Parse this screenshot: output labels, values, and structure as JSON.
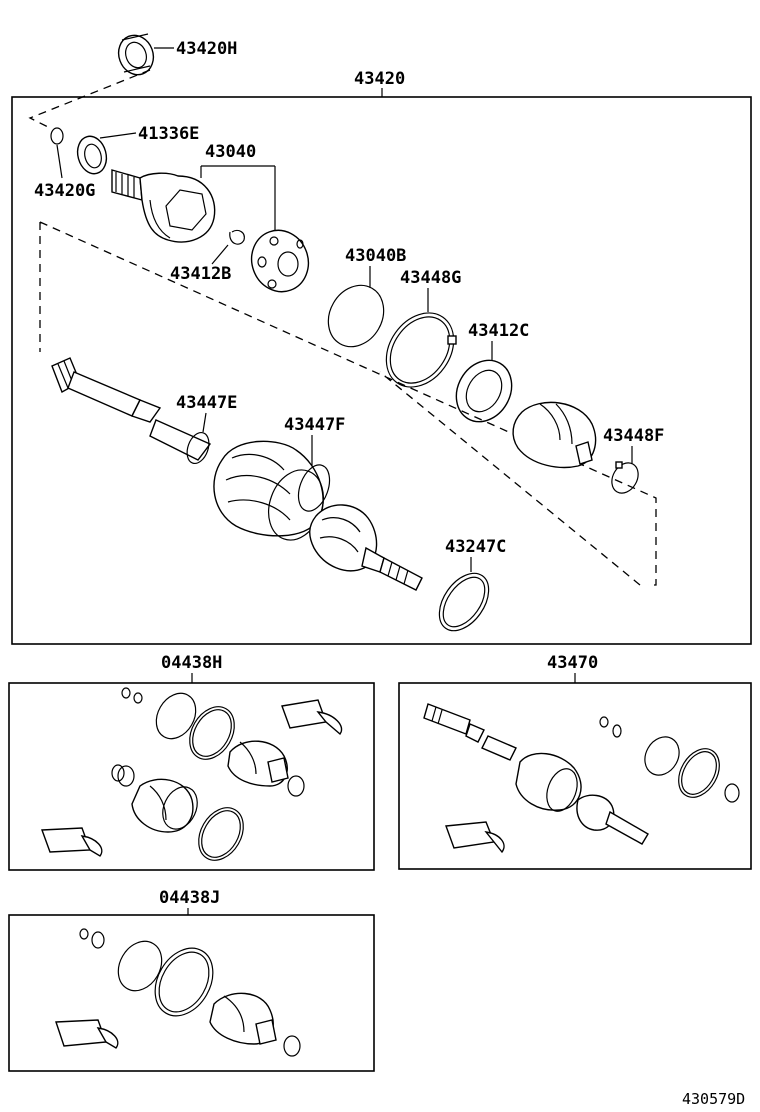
{
  "labels": {
    "p43420H": "43420H",
    "p43420": "43420",
    "p41336E": "41336E",
    "p43040": "43040",
    "p43420G": "43420G",
    "p43412B": "43412B",
    "p43040B": "43040B",
    "p43448G": "43448G",
    "p43412C": "43412C",
    "p43447E": "43447E",
    "p43447F": "43447F",
    "p43448F": "43448F",
    "p43247C": "43247C",
    "p04438H": "04438H",
    "p43470": "43470",
    "p04438J": "04438J",
    "drawing_no": "430579D"
  }
}
